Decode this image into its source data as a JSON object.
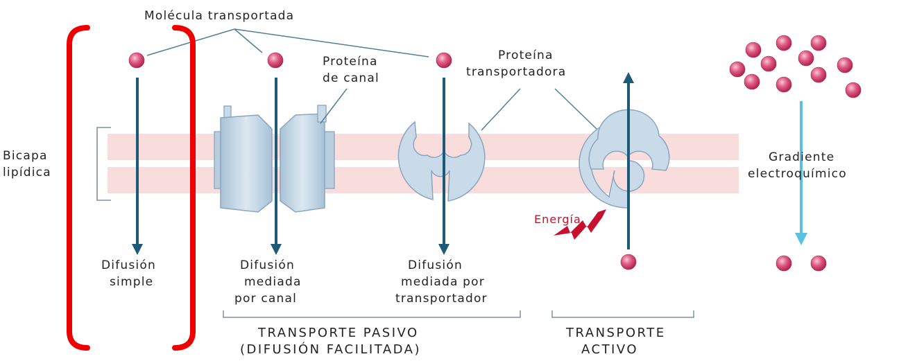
{
  "diagram": {
    "molecule_label": "Molécula transportada",
    "bilayer_label": [
      "Bicapa",
      "lipídica"
    ],
    "channel_protein_label": [
      "Proteína",
      "de canal"
    ],
    "carrier_protein_label": [
      "Proteína",
      "transportadora"
    ],
    "energy_label": "Energía",
    "gradient_label": [
      "Gradiente",
      "electroquímico"
    ],
    "simple_diffusion": [
      "Difusión",
      "simple"
    ],
    "channel_diffusion": [
      "Difusión",
      "mediada",
      "por canal"
    ],
    "carrier_diffusion": [
      "Difusión",
      "mediada por",
      "transportador"
    ],
    "passive_transport": [
      "TRANSPORTE PASIVO",
      "(DIFUSIÓN FACILITADA)"
    ],
    "active_transport": [
      "TRANSPORTE",
      "ACTIVO"
    ]
  },
  "colors": {
    "membrane": "#f9dcdc",
    "arrow": "#1c5a78",
    "gradient_arrow": "#5bc0e0",
    "protein_fill": "#c9dbe8",
    "protein_stroke": "#8aa5c0",
    "molecule": "#d64a72",
    "highlight_bracket": "#ee0000",
    "energy": "#c8102e"
  }
}
